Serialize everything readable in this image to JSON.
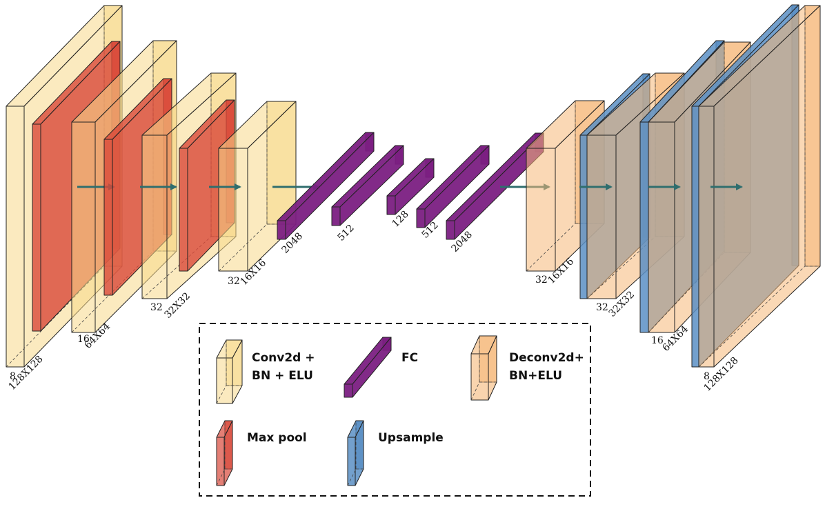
{
  "colors": {
    "conv": "#f7d98a",
    "maxpool": "#d9483a",
    "fc": "#7b1f82",
    "deconv": "#f5b878",
    "upsample": "#5b8fc4",
    "arrow": "#2f6e6e"
  },
  "encoder": {
    "conv1": {
      "depth": "8",
      "size": "128X128"
    },
    "conv2": {
      "depth": "16",
      "size": "64X64"
    },
    "conv3": {
      "depth": "32",
      "size": "32X32"
    },
    "conv4": {
      "depth": "32",
      "size": "16X16"
    }
  },
  "fc": [
    "2048",
    "512",
    "128",
    "512",
    "2048"
  ],
  "decoder": {
    "deconv1": {
      "depth": "32",
      "size": "16X16"
    },
    "deconv2": {
      "depth": "32",
      "size": "32X32"
    },
    "deconv3": {
      "depth": "16",
      "size": "64X64"
    },
    "deconv4": {
      "depth": "8",
      "size": "128X128"
    }
  },
  "legend": {
    "conv_line1": "Conv2d +",
    "conv_line2": "BN + ELU",
    "fc": "FC",
    "deconv_line1": "Deconv2d+",
    "deconv_line2": "BN+ELU",
    "maxpool": "Max pool",
    "upsample": "Upsample"
  }
}
